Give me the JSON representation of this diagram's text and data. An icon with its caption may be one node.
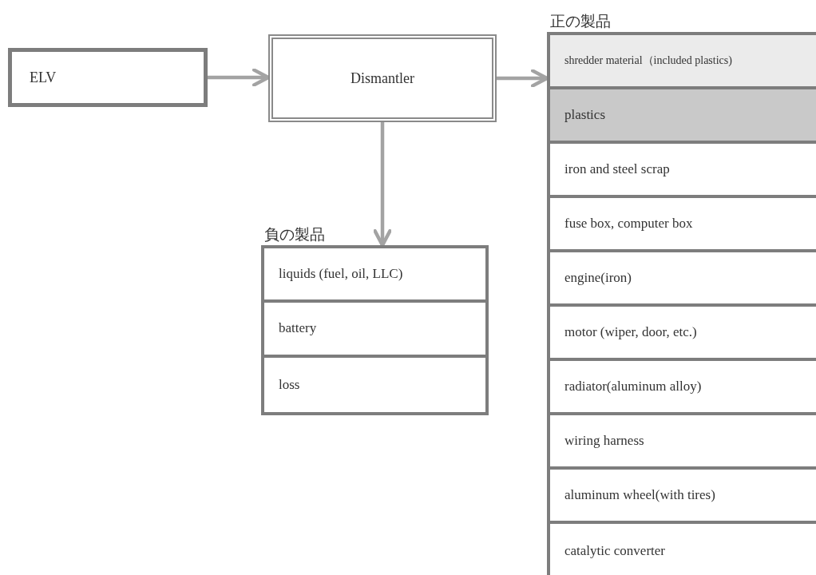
{
  "diagram": {
    "nodes": [
      {
        "text": [
          "ELV"
        ]
      },
      {
        "text": [
          "Dismantler"
        ]
      },
      {
        "text": [
          "負の製品"
        ]
      },
      {
        "text": [
          "liquids (fuel, oil, LLC)"
        ],
        "in": 2
      },
      {
        "text": [
          "battery"
        ],
        "in": 2
      },
      {
        "text": [
          "loss"
        ],
        "in": 2
      },
      {
        "text": [
          "正の製品"
        ]
      },
      {
        "text": [
          "shredder material（included plastics)"
        ],
        "in": 6
      },
      {
        "text": [
          "plastics"
        ],
        "in": 6
      },
      {
        "text": [
          "iron and steel scrap"
        ],
        "in": 6
      },
      {
        "text": [
          "fuse box, computer box"
        ],
        "in": 6
      },
      {
        "text": [
          "engine(iron)"
        ],
        "in": 6
      },
      {
        "text": [
          "motor (wiper, door, etc.)"
        ],
        "in": 6
      },
      {
        "text": [
          "radiator(aluminum alloy)"
        ],
        "in": 6
      },
      {
        "text": [
          "wiring harness"
        ],
        "in": 6
      },
      {
        "text": [
          "aluminum wheel(with tires)"
        ],
        "in": 6
      },
      {
        "text": [
          "catalytic converter"
        ],
        "in": 6
      }
    ],
    "edges": [
      {
        "from": 0,
        "to": 1,
        "arrow": "to"
      },
      {
        "from": 1,
        "to": 6,
        "arrow": "to"
      },
      {
        "from": 1,
        "to": 2,
        "arrow": "to"
      }
    ]
  }
}
